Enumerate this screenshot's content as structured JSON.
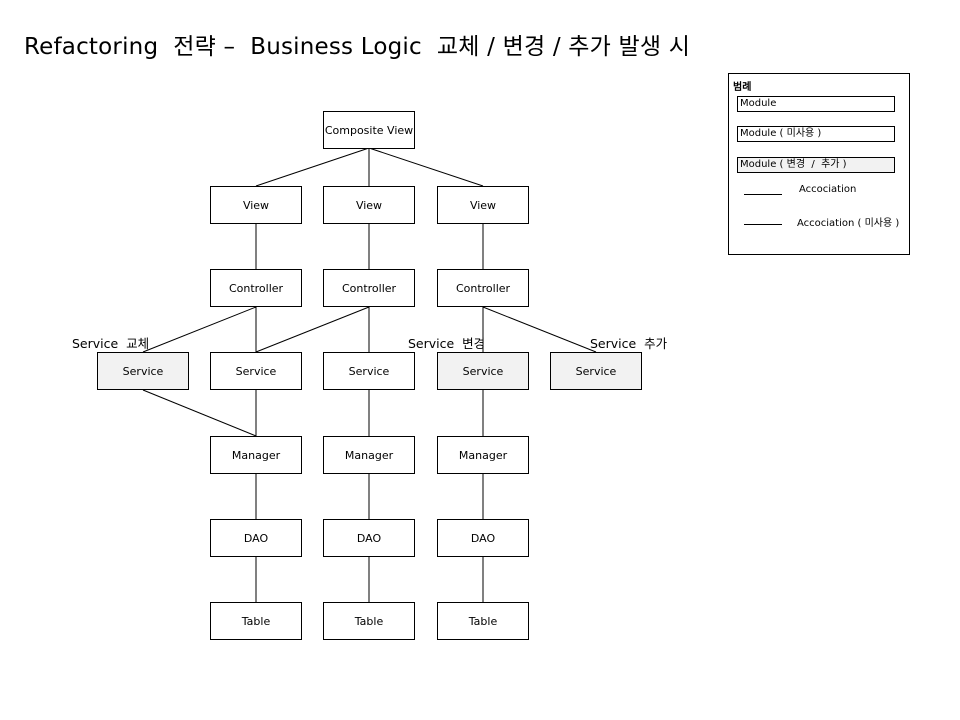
{
  "title": "Refactoring  전략 –  Business Logic  교체 / 변경 / 추가 발생 시",
  "nodes": {
    "composite_view": "Composite View",
    "view_1": "View",
    "view_2": "View",
    "view_3": "View",
    "controller_1": "Controller",
    "controller_2": "Controller",
    "controller_3": "Controller",
    "service_replaced": "Service",
    "service_1": "Service",
    "service_2": "Service",
    "service_changed": "Service",
    "service_added": "Service",
    "manager_1": "Manager",
    "manager_2": "Manager",
    "manager_3": "Manager",
    "dao_1": "DAO",
    "dao_2": "DAO",
    "dao_3": "DAO",
    "table_1": "Table",
    "table_2": "Table",
    "table_3": "Table"
  },
  "annotations": {
    "service_replace": "Service  교체",
    "service_change": "Service  변경",
    "service_add": "Service  추가"
  },
  "legend": {
    "title": "범례",
    "module": "Module",
    "module_unused": "Module ( 미사용 )",
    "module_changed": "Module ( 변경  /  추가 )",
    "association": "Accociation",
    "association_unused": "Accociation ( 미사용 )"
  },
  "colors": {
    "changed_fill": "#f2f2f2",
    "line": "#000000"
  }
}
